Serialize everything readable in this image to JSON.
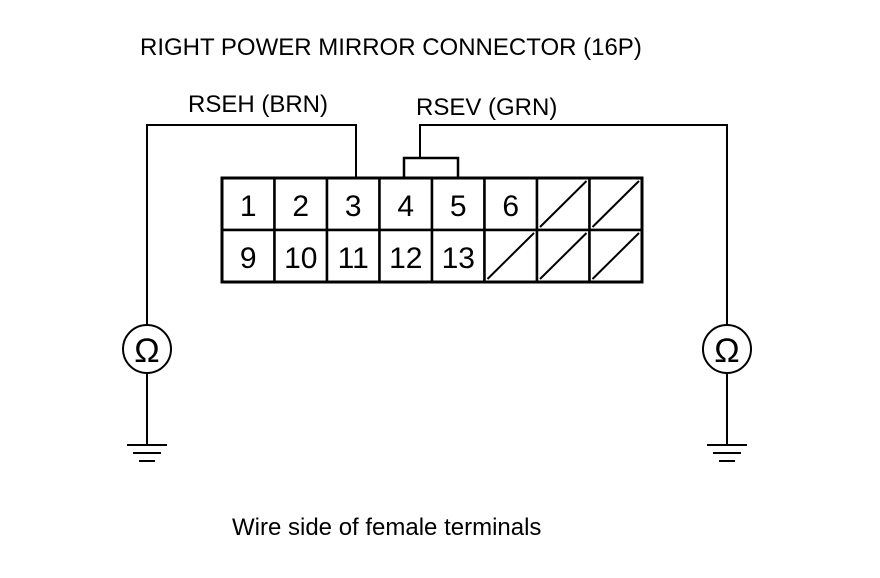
{
  "title": "RIGHT POWER MIRROR CONNECTOR (16P)",
  "wire_left": "RSEH (BRN)",
  "wire_right": "RSEV (GRN)",
  "caption": "Wire side of female terminals",
  "meter_symbol": "Ω",
  "connector": {
    "row1": [
      "1",
      "2",
      "3",
      "4",
      "5",
      "6",
      "",
      ""
    ],
    "row2": [
      "9",
      "10",
      "11",
      "12",
      "13",
      "",
      "",
      ""
    ],
    "blank_cells": [
      "row1-7",
      "row1-8",
      "row2-6",
      "row2-7",
      "row2-8"
    ]
  },
  "colors": {
    "line": "#000000",
    "background": "#ffffff"
  }
}
